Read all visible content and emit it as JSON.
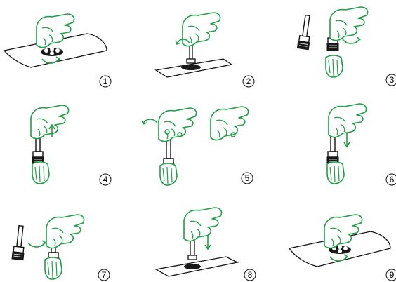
{
  "steps": [
    {
      "number": "1"
    },
    {
      "number": "2"
    },
    {
      "number": "3"
    },
    {
      "number": "4"
    },
    {
      "number": "5"
    },
    {
      "number": "6"
    },
    {
      "number": "7"
    },
    {
      "number": "8"
    },
    {
      "number": "9"
    }
  ],
  "colors": {
    "hand_stroke": "#1fa046",
    "hand_fill": "#ffffff",
    "outline": "#111111",
    "surface_fill": "#ffffff",
    "dark_part": "#1a1a1a"
  },
  "icons": [
    "hand-icon",
    "plunger-tool-icon",
    "wiper-insert-icon",
    "rotation-arrow-icon",
    "surface-plate-icon"
  ]
}
